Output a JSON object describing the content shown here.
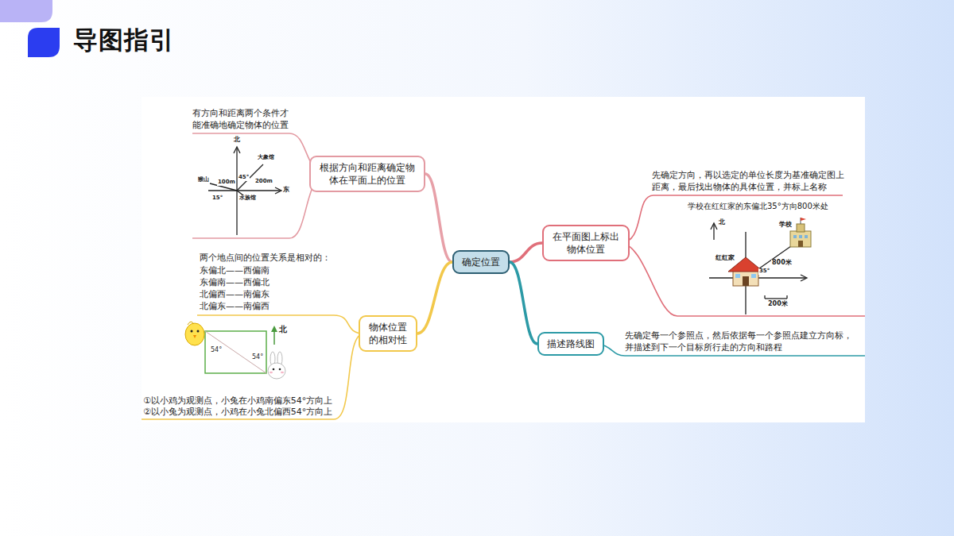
{
  "diagram": {
    "title": "导图指引",
    "nodes": [
      {
        "text": [
          "确定位置"
        ]
      },
      {
        "text": [
          "根据方向和距离确定物体在平面上的位置"
        ]
      },
      {
        "text": [
          "物体位置的相对性"
        ]
      },
      {
        "text": [
          "在平面图上标出物体位置"
        ]
      },
      {
        "text": [
          "描述路线图"
        ]
      }
    ],
    "edges": [
      {
        "from": 0,
        "to": 1,
        "arrow": "none"
      },
      {
        "from": 0,
        "to": 2,
        "arrow": "none"
      },
      {
        "from": 0,
        "to": 3,
        "arrow": "none"
      },
      {
        "from": 0,
        "to": 4,
        "arrow": "none"
      }
    ],
    "labels": [
      "有方向和距离两个条件才能准确地确定物体的位置",
      "北",
      "东",
      "大象馆",
      "45°",
      "200m",
      "猴山",
      "100m",
      "15°",
      "水族馆",
      "两个地点间的位置关系是相对的：",
      "东偏北——西偏南",
      "东偏南——西偏北",
      "北偏西——南偏东",
      "北偏东——南偏西",
      "54°",
      "54°",
      "北",
      "①以小鸡为观测点，小兔在小鸡南偏东54°方向上",
      "②以小兔为观测点，小鸡在小兔北偏西54°方向上",
      "先确定方向，再以选定的单位长度为基准确定图上距离，最后找出物体的具体位置，并标上名称",
      "学校在红红家的东偏北35°方向800米处",
      "北",
      "学校",
      "红红家",
      "800米",
      "35°",
      "200米",
      "先确定每一个参照点，然后依据每一个参照点建立方向标，并描述到下一个目标所行走的方向和路程"
    ]
  }
}
